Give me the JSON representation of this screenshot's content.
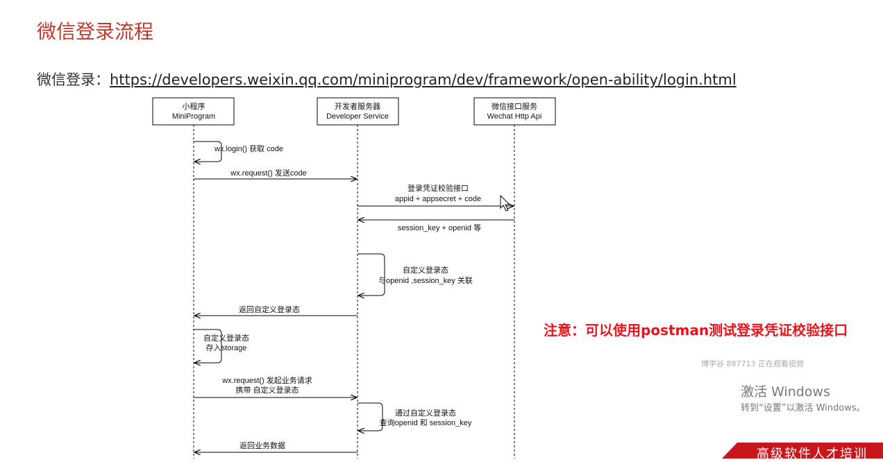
{
  "page": {
    "title": "微信登录流程",
    "subtitle_label": "微信登录：",
    "subtitle_link": "https://developers.weixin.qq.com/miniprogram/dev/framework/open-ability/login.html"
  },
  "diagram": {
    "participants": [
      {
        "line1": "小程序",
        "line2": "MiniProgram"
      },
      {
        "line1": "开发者服务器",
        "line2": "Developer Service"
      },
      {
        "line1": "微信接口服务",
        "line2": "Wechat Http Api"
      }
    ],
    "messages": {
      "m1": "wx.login() 获取 code",
      "m2": "wx.request() 发送code",
      "m3_line1": "登录凭证校验接口",
      "m3_line2": "appid + appsecret + code",
      "m4": "session_key + openid 等",
      "m5_line1": "自定义登录态",
      "m5_line2": "与openid ,session_key 关联",
      "m6": "返回自定义登录态",
      "m7_line1": "自定义登录态",
      "m7_line2": "存入storage",
      "m8_line1": "wx.request() 发起业务请求",
      "m8_line2": "携带 自定义登录态",
      "m9_line1": "通过自定义登录态",
      "m9_line2": "查询openid 和 session_key",
      "m10": "返回业务数据"
    }
  },
  "note": "注意：可以使用postman测试登录凭证校验接口",
  "overlay": {
    "watching": "博学谷 887713 正在观看视频",
    "activate_title": "激活 Windows",
    "activate_desc": "转到“设置”以激活 Windows。"
  },
  "banner": {
    "text": "高级软件人才培训"
  },
  "colors": {
    "title": "#c0392b",
    "note": "#e8141b",
    "banner": "#c8161d"
  }
}
